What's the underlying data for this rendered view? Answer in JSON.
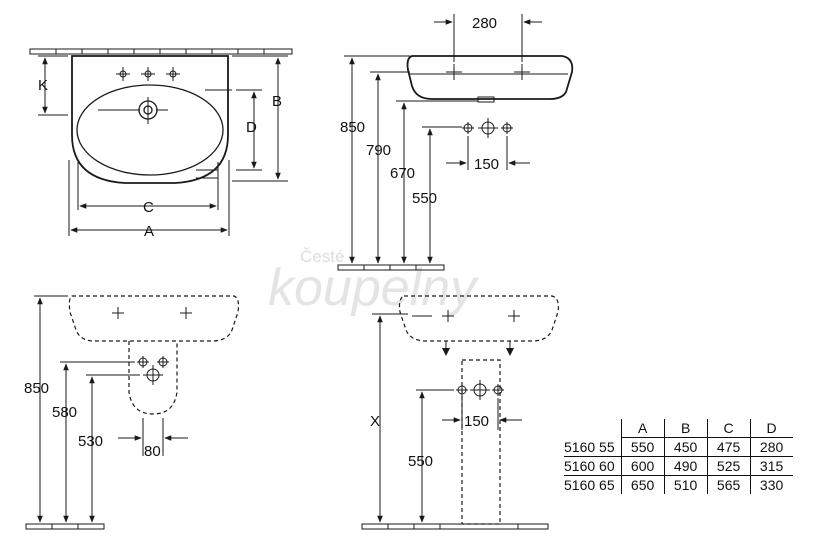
{
  "watermark": {
    "line1": "Česté",
    "line2": "koupelny"
  },
  "front_view": {
    "dim_k": "K",
    "dim_b": "B",
    "dim_d": "D",
    "dim_c": "C",
    "dim_a": "A"
  },
  "side_view": {
    "dim_top": "280",
    "h1": "850",
    "h2": "790",
    "h3": "670",
    "h4": "550",
    "spacing": "150"
  },
  "half_pedestal_view": {
    "h1": "850",
    "h2": "580",
    "h3": "530",
    "width": "80"
  },
  "pedestal_view": {
    "h_x": "X",
    "h_low": "550",
    "spacing": "150"
  },
  "table": {
    "headers": [
      "",
      "A",
      "B",
      "C",
      "D"
    ],
    "rows": [
      [
        "5160 55",
        "550",
        "450",
        "475",
        "280"
      ],
      [
        "5160 60",
        "600",
        "490",
        "525",
        "315"
      ],
      [
        "5160 65",
        "650",
        "510",
        "565",
        "330"
      ]
    ]
  }
}
